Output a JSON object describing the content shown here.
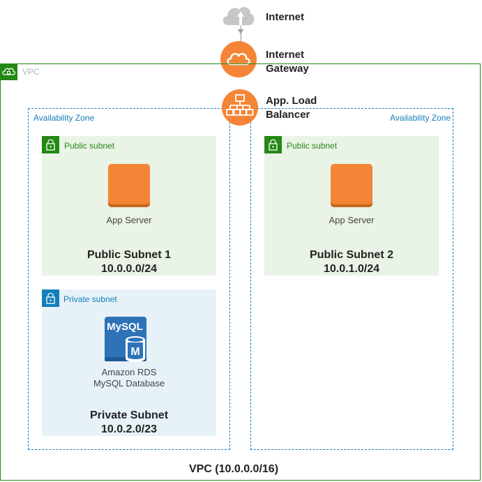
{
  "internet": {
    "label": "Internet"
  },
  "igw": {
    "label": "Internet Gateway"
  },
  "alb": {
    "label": "App. Load Balancer"
  },
  "vpc": {
    "badge_label": "VPC",
    "title": "VPC (10.0.0.0/16)"
  },
  "az1": {
    "label": "Availability Zone"
  },
  "az2": {
    "label": "Availability Zone"
  },
  "public_subnet_1": {
    "tag": "Public subnet",
    "server_label": "App Server",
    "name": "Public Subnet 1",
    "cidr": "10.0.0.0/24"
  },
  "public_subnet_2": {
    "tag": "Public subnet",
    "server_label": "App Server",
    "name": "Public Subnet 2",
    "cidr": "10.0.1.0/24"
  },
  "private_subnet": {
    "tag": "Private subnet",
    "db_icon_text": "MySQL",
    "db_icon_letter": "M",
    "db_label_line1": "Amazon RDS",
    "db_label_line2": "MySQL Database",
    "name": "Private Subnet",
    "cidr": "10.0.2.0/23"
  },
  "colors": {
    "vpc_green": "#248814",
    "az_blue": "#147eba",
    "aws_orange": "#f58536",
    "public_fill": "#e9f3e6",
    "private_fill": "#e6f2f8",
    "rds_blue": "#2e73b8"
  },
  "icons": [
    "internet-cloud-icon",
    "internet-gateway-icon",
    "load-balancer-icon",
    "vpc-cloud-icon",
    "lock-icon",
    "ec2-instance-icon",
    "mysql-rds-icon"
  ]
}
